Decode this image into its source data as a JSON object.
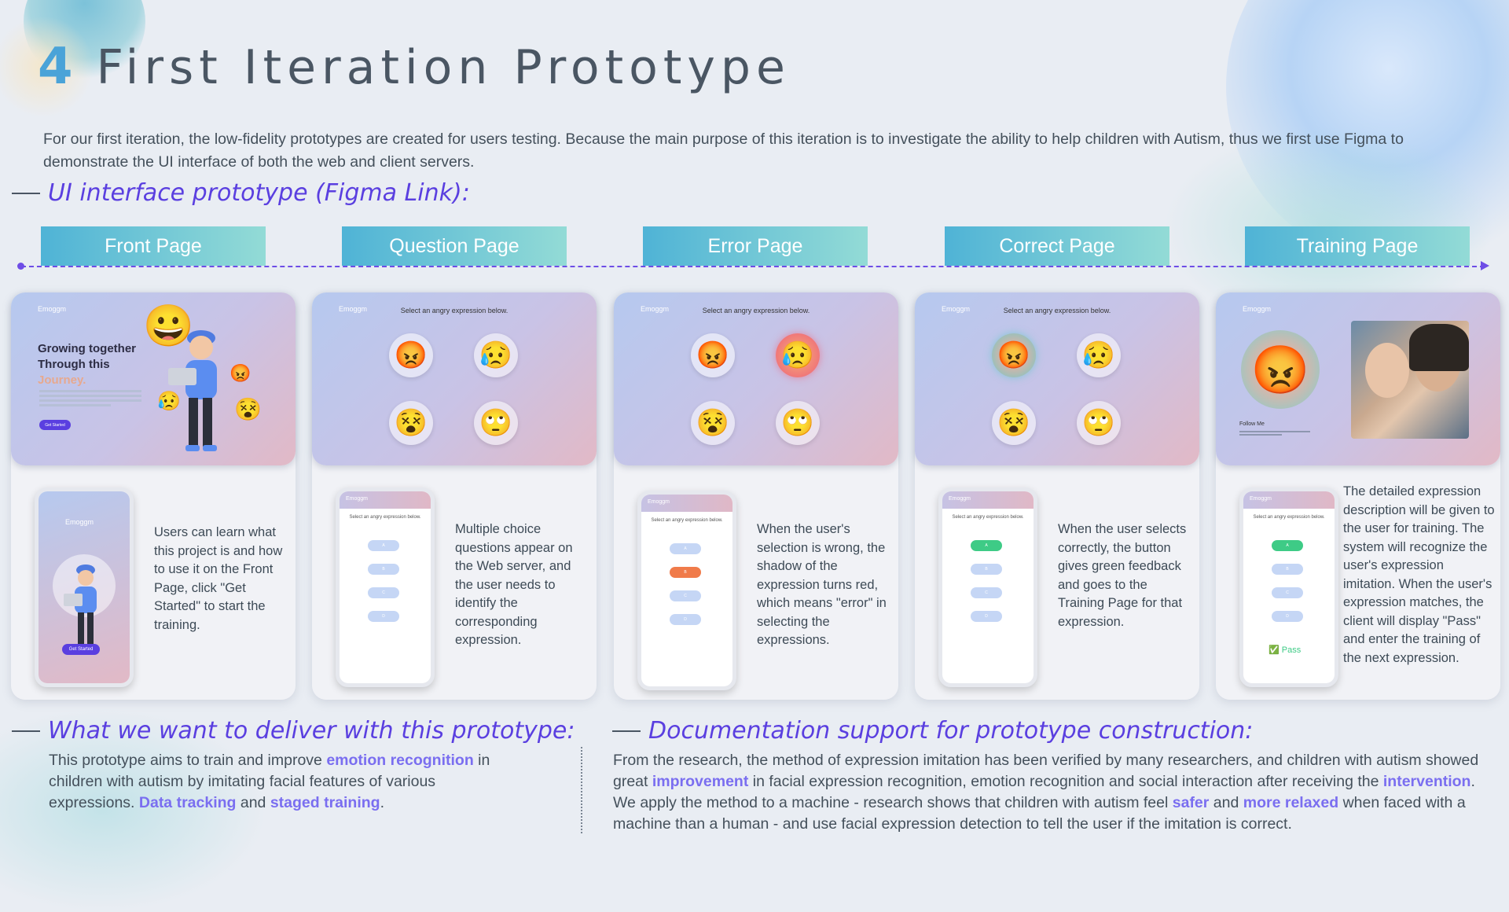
{
  "header": {
    "number": "4",
    "title": "First Iteration Prototype"
  },
  "intro": "For our first iteration, the low-fidelity prototypes are created for users testing. Because the main purpose of this iteration is to investigate the ability to help children with Autism, thus we first use Figma to demonstrate the UI interface of both the web and client servers.",
  "section_ui": "UI interface prototype (Figma Link):",
  "tabs": [
    "Front Page",
    "Question Page",
    "Error Page",
    "Correct Page",
    "Training Page"
  ],
  "web": {
    "logo": "Emoggm",
    "prompt": "Select an angry expression below.",
    "hero_line1": "Growing together",
    "hero_line2": "Through this",
    "hero_line3": "Journey.",
    "hero_button": "Get Started",
    "follow_me": "Follow Me"
  },
  "phone": {
    "logo": "Emoggm",
    "question": "Select an angry expression below.",
    "options": [
      "A",
      "B",
      "C",
      "D"
    ],
    "get_started": "Get Started",
    "pass": "Pass"
  },
  "descriptions": [
    "Users can learn what this project is and how to use it on the Front Page, click \"Get Started\" to start the training.",
    "Multiple choice questions appear on the Web server, and the user needs to identify the corresponding expression.",
    "When the user's selection is wrong, the shadow of the expression turns red, which means \"error\" in selecting the expressions.",
    "When the user selects correctly, the button gives green feedback and goes to the Training Page for that expression.",
    "The detailed expression description will be given to the user for training. The system will recognize the user's expression imitation. When the user's expression matches, the client will display \"Pass\" and enter the training of the next expression."
  ],
  "deliver": {
    "heading": "What we want to deliver with this prototype:",
    "t1": "This prototype aims to train and improve ",
    "h1": "emotion recognition",
    "t2": " in children with autism by imitating facial features of various expressions. ",
    "h2": "Data tracking",
    "t3": " and ",
    "h3": "staged training",
    "t4": "."
  },
  "docs": {
    "heading": "Documentation support for prototype construction:",
    "t1": "From the research, the method of expression imitation has been verified by many researchers, and children with autism showed great ",
    "h1": "improvement",
    "t2": " in facial expression recognition, emotion recognition and social interaction after receiving the ",
    "h2": "intervention",
    "t3": ". We apply the method to a machine - research shows that children with autism feel ",
    "h3": "safer",
    "t4": " and ",
    "h4": "more relaxed",
    "t5": " when faced with a machine than a human - and use facial expression detection to tell the user if the imitation is correct."
  },
  "emoji": {
    "angry": "😡",
    "sad": "😥",
    "dizzy": "😵",
    "eyeroll": "🙄",
    "smile": "😀"
  },
  "colors": {
    "title_number": "#4aa3d8",
    "accent_purple": "#5a3fe0",
    "highlight": "#7a6ef0",
    "error_red": "#f07b4a",
    "correct_green": "#3ecb86"
  }
}
